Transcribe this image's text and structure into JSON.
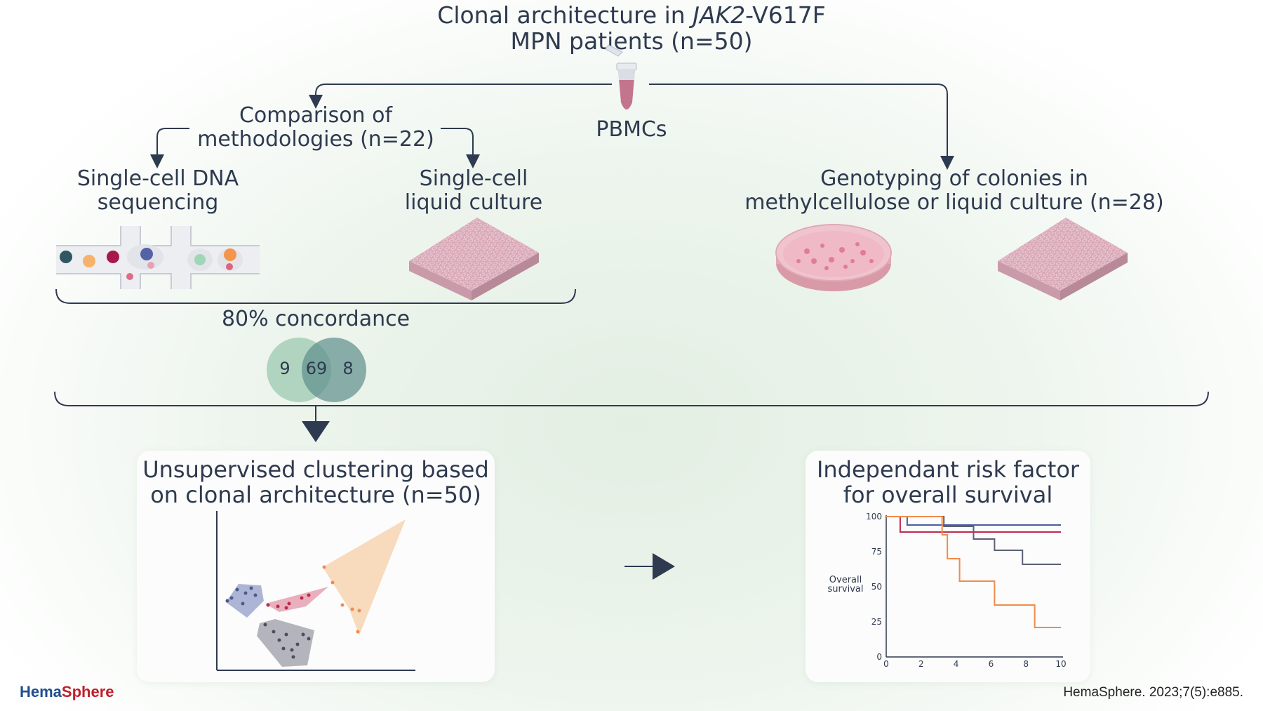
{
  "title": {
    "line1_pre": "Clonal architecture in ",
    "line1_gene": "JAK2",
    "line1_post": "-V617F",
    "line2": "MPN patients (n=50)"
  },
  "pbmc_label": "PBMCs",
  "comparison": {
    "line1": "Comparison of",
    "line2": "methodologies (n=22)"
  },
  "sc_dna": {
    "line1": "Single-cell DNA",
    "line2": "sequencing"
  },
  "sc_liquid": {
    "line1": "Single-cell",
    "line2": "liquid culture"
  },
  "genotyping": {
    "line1": "Genotyping of colonies in",
    "line2": "methylcellulose or liquid culture (n=28)"
  },
  "concordance": {
    "label": "80% concordance",
    "venn": {
      "left": "9",
      "overlap": "69",
      "right": "8"
    }
  },
  "clustering_card": {
    "line1": "Unsupervised clustering based",
    "line2": "on clonal architecture (n=50)"
  },
  "risk_card": {
    "line1": "Independant risk factor",
    "line2": "for overall survival"
  },
  "chart_data": {
    "type": "line",
    "title": "",
    "xlabel": "",
    "ylabel_line1": "Overall",
    "ylabel_line2": "survival",
    "xlim": [
      0,
      10
    ],
    "ylim": [
      0,
      100
    ],
    "x_ticks": [
      "0",
      "2",
      "4",
      "6",
      "8",
      "10"
    ],
    "y_ticks": [
      "0",
      "25",
      "50",
      "75",
      "100"
    ],
    "series": [
      {
        "color": "#4a5fa3",
        "x": [
          0,
          1.2,
          1.2,
          10
        ],
        "y": [
          100,
          100,
          94,
          94
        ]
      },
      {
        "color": "#c0294f",
        "x": [
          0,
          0.8,
          0.8,
          10
        ],
        "y": [
          100,
          100,
          89,
          89
        ]
      },
      {
        "color": "#5b6173",
        "x": [
          0,
          3.3,
          3.3,
          5.0,
          5.0,
          6.2,
          6.2,
          7.8,
          7.8,
          10
        ],
        "y": [
          100,
          100,
          93,
          93,
          84,
          84,
          76,
          76,
          66,
          66
        ]
      },
      {
        "color": "#f08c4c",
        "x": [
          0,
          3.2,
          3.2,
          3.5,
          3.5,
          4.2,
          4.2,
          6.2,
          6.2,
          8.5,
          8.5,
          10
        ],
        "y": [
          100,
          100,
          87,
          87,
          70,
          70,
          54,
          54,
          37,
          37,
          21,
          21
        ]
      }
    ]
  },
  "colors": {
    "text": "#2e3a4f",
    "arrow": "#2e3a4f",
    "venn_left": "#9ccab0",
    "venn_right": "#6e9c98"
  },
  "footer": {
    "brand_a": "Hema",
    "brand_b": "Sphere",
    "citation": "HemaSphere. 2023;7(5):e885."
  }
}
